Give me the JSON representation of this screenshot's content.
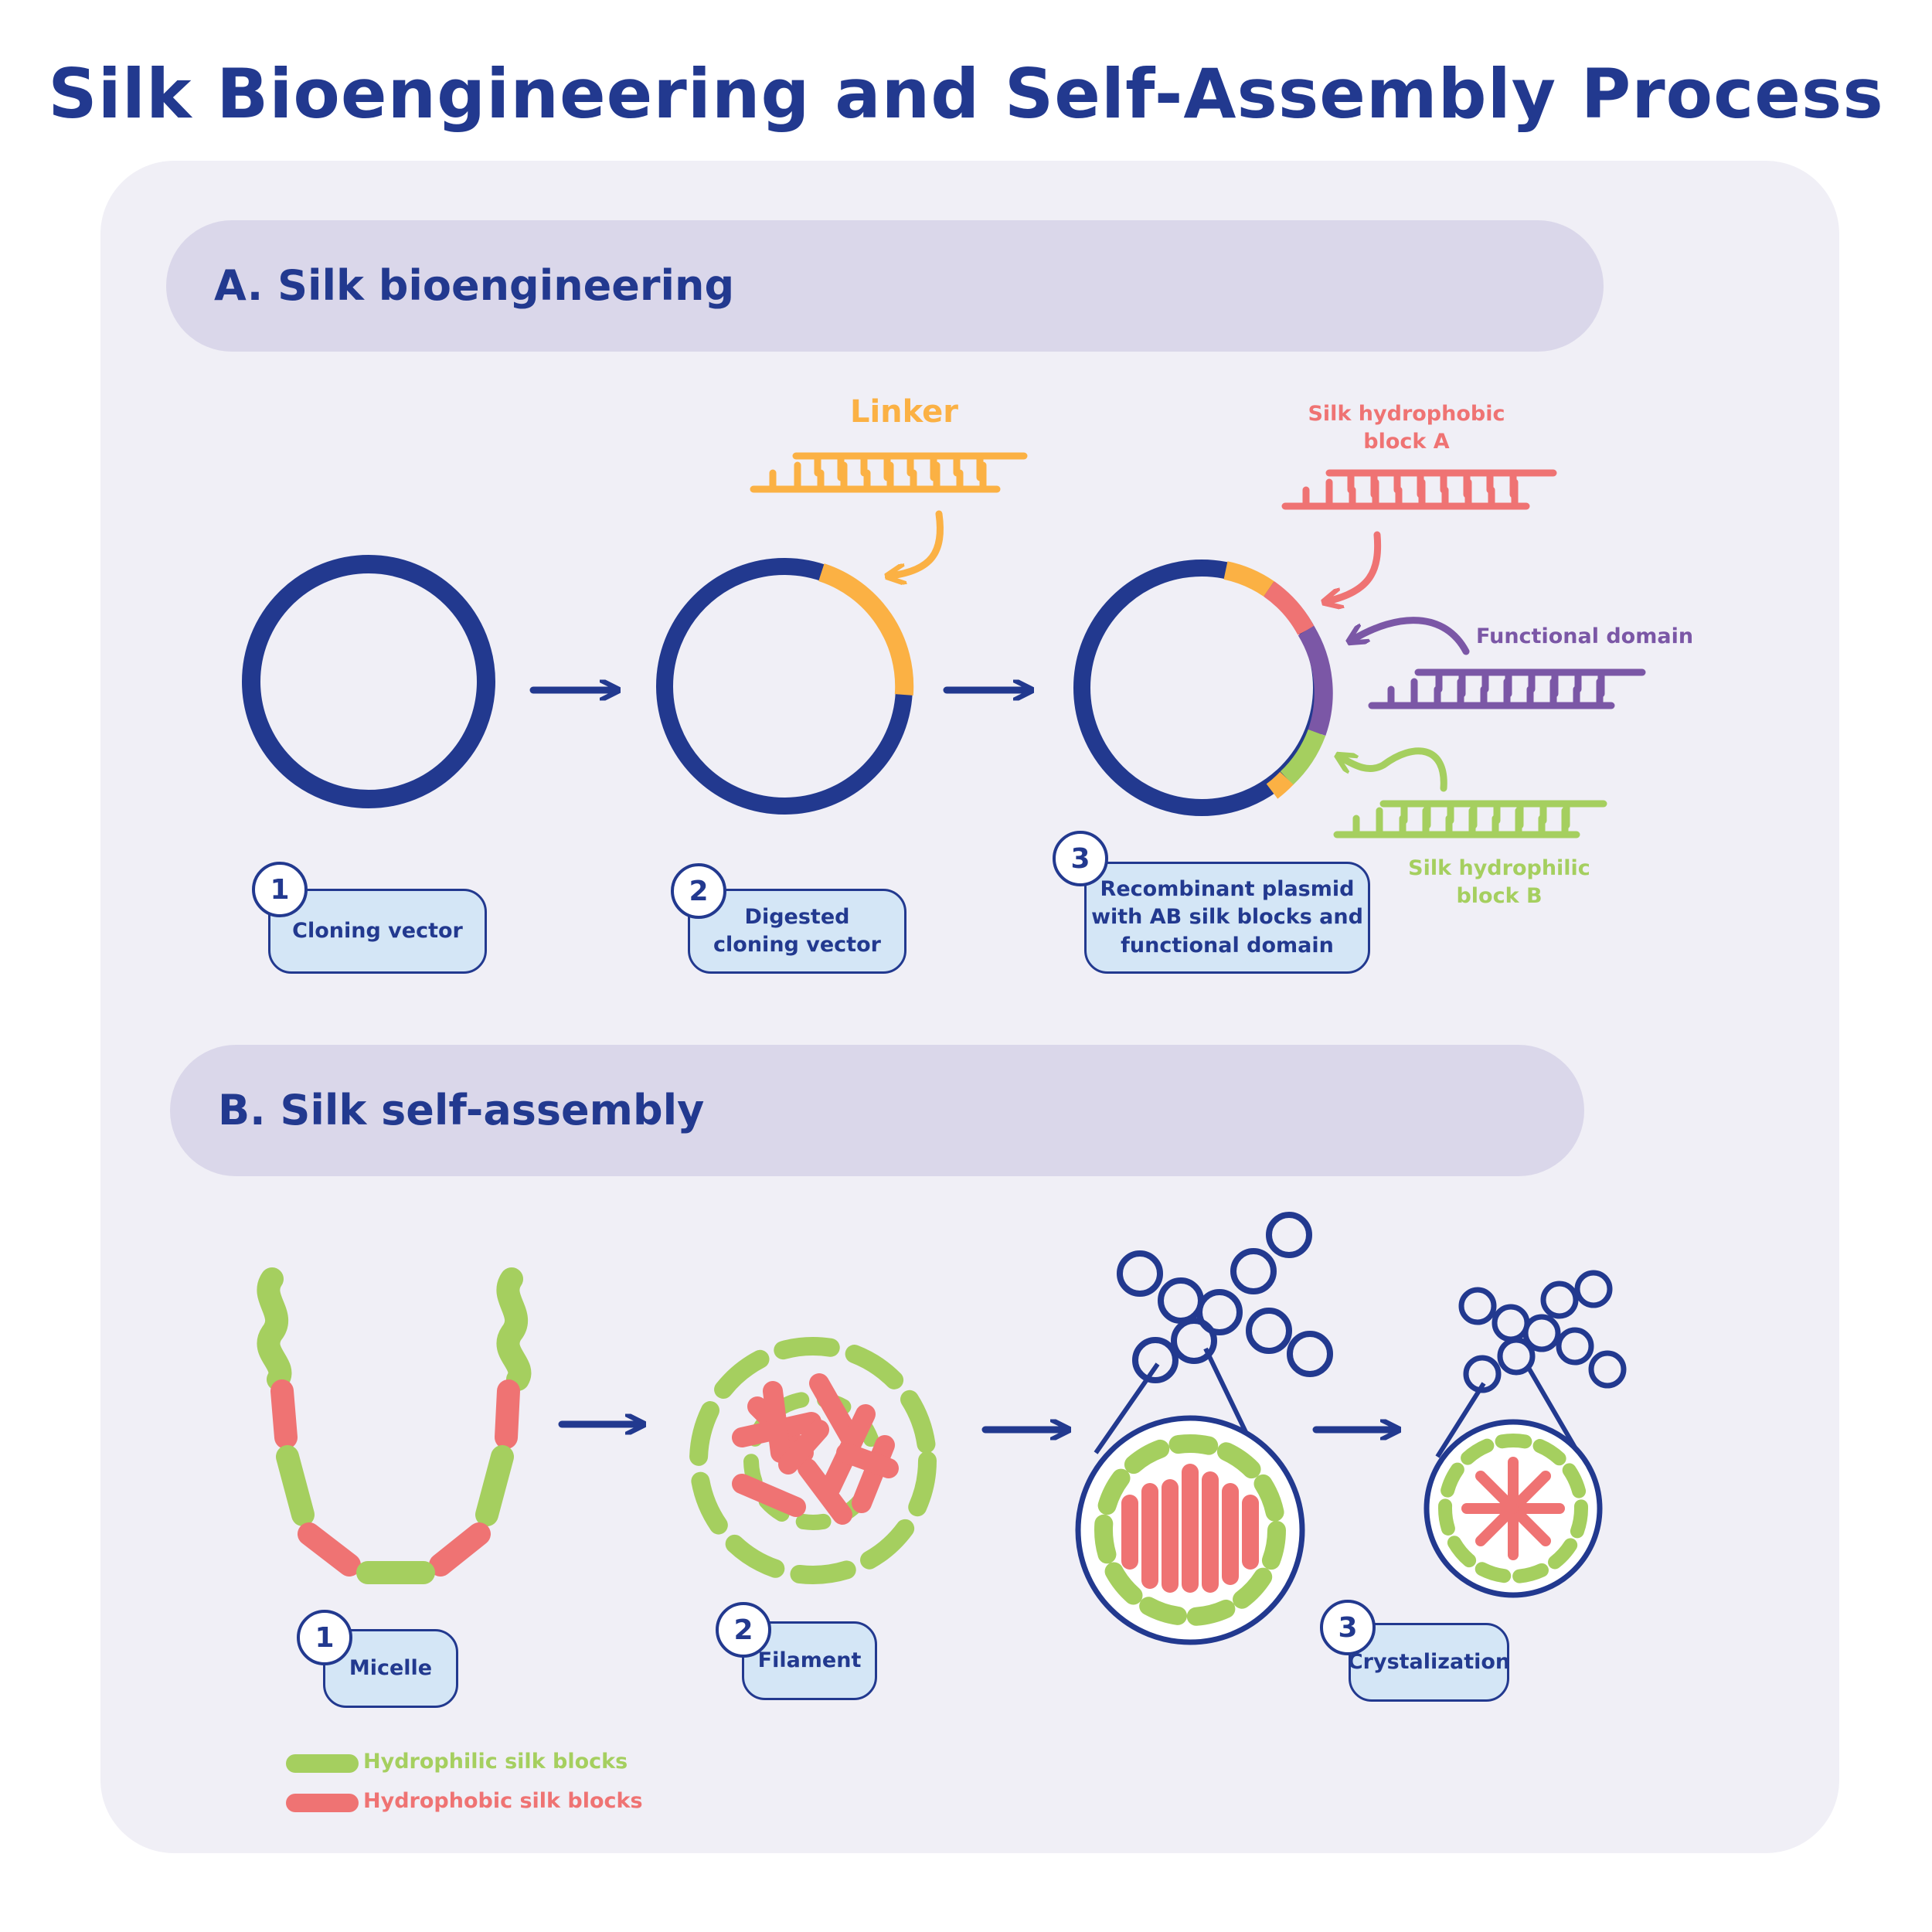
{
  "title": "Silk Bioengineering and Self-Assembly Process",
  "section_a": {
    "heading": "A. Silk bioengineering",
    "steps": [
      {
        "num": "1",
        "label": "Cloning vector"
      },
      {
        "num": "2",
        "label": "Digested\ncloning vector"
      },
      {
        "num": "3",
        "label": "Recombinant plasmid\nwith AB silk blocks and\nfunctional domain"
      }
    ],
    "labels": {
      "linker": "Linker",
      "hydrophobic_a": "Silk hydrophobic\nblock A",
      "functional_domain": "Functional domain",
      "hydrophilic_b": "Silk hydrophilic\nblock B"
    }
  },
  "section_b": {
    "heading": "B. Silk self-assembly",
    "steps": [
      {
        "num": "1",
        "label": "Micelle"
      },
      {
        "num": "2",
        "label": "Filament"
      },
      {
        "num": "3",
        "label": "Crystalization"
      }
    ],
    "legend": [
      {
        "label": "Hydrophilic silk blocks",
        "color": "#a5cf5f"
      },
      {
        "label": "Hydrophobic silk blocks",
        "color": "#ef7373"
      }
    ]
  },
  "colors": {
    "navy": "#22398f",
    "orange": "#fbb144",
    "red": "#ef7373",
    "purple": "#7b57a6",
    "green": "#a5cf5f",
    "panel": "#f0eff6",
    "band": "#dad7ea",
    "step_box": "#d4e6f6"
  }
}
